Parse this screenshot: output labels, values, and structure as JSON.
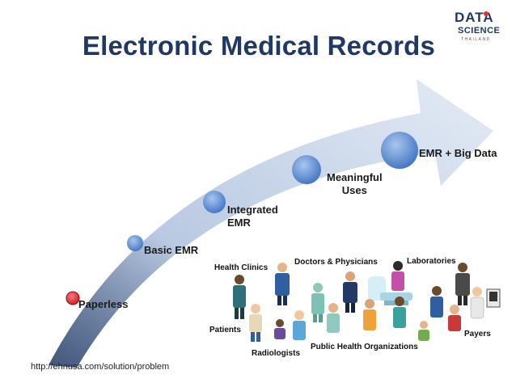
{
  "title": "Electronic Medical Records",
  "logo": {
    "line1": "DATA",
    "line2": "SCIENCE",
    "line3": "THAILAND"
  },
  "steps": [
    {
      "label": "Paperless"
    },
    {
      "label": "Basic EMR"
    },
    {
      "label": "Integrated\nEMR"
    },
    {
      "label": "Meaningful\nUses"
    },
    {
      "label": "EMR + Big Data"
    }
  ],
  "groups": {
    "health_clinics": "Health Clinics",
    "doctors": "Doctors & Physicians",
    "laboratories": "Laboratories",
    "patients": "Patients",
    "radiologists": "Radiologists",
    "public_health": "Public Health Organizations",
    "payers": "Payers"
  },
  "source": "http://ehnusa.com/solution/problem",
  "colors": {
    "title": "#1f3864",
    "arrow": "#c9d6e8",
    "bubble": "#5b8fd6",
    "first_bubble": "#e8262d"
  }
}
